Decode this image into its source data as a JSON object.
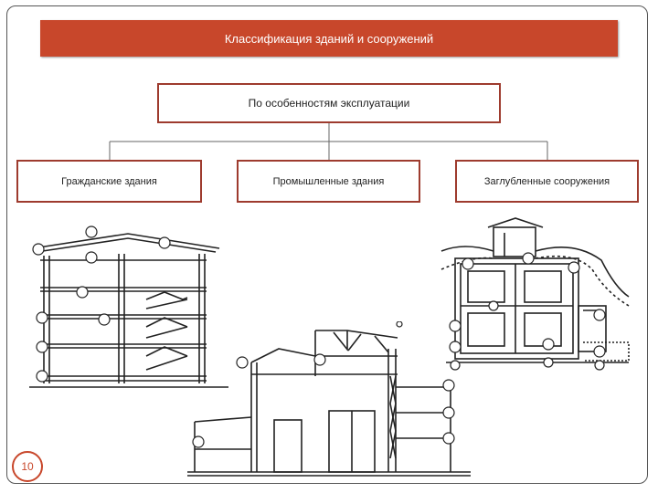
{
  "title": "Классификация зданий и сооружений",
  "root": {
    "label": "По особенностям эксплуатации"
  },
  "categories": [
    {
      "label": "Гражданские здания"
    },
    {
      "label": "Промышленные здания"
    },
    {
      "label": "Заглубленные сооружения"
    }
  ],
  "page_number": "10",
  "colors": {
    "accent": "#c8472b",
    "box_border": "#9e3b2e"
  },
  "illustrations": [
    {
      "name": "civil-building-section-drawing"
    },
    {
      "name": "industrial-building-section-drawing"
    },
    {
      "name": "underground-structure-section-drawing"
    }
  ]
}
